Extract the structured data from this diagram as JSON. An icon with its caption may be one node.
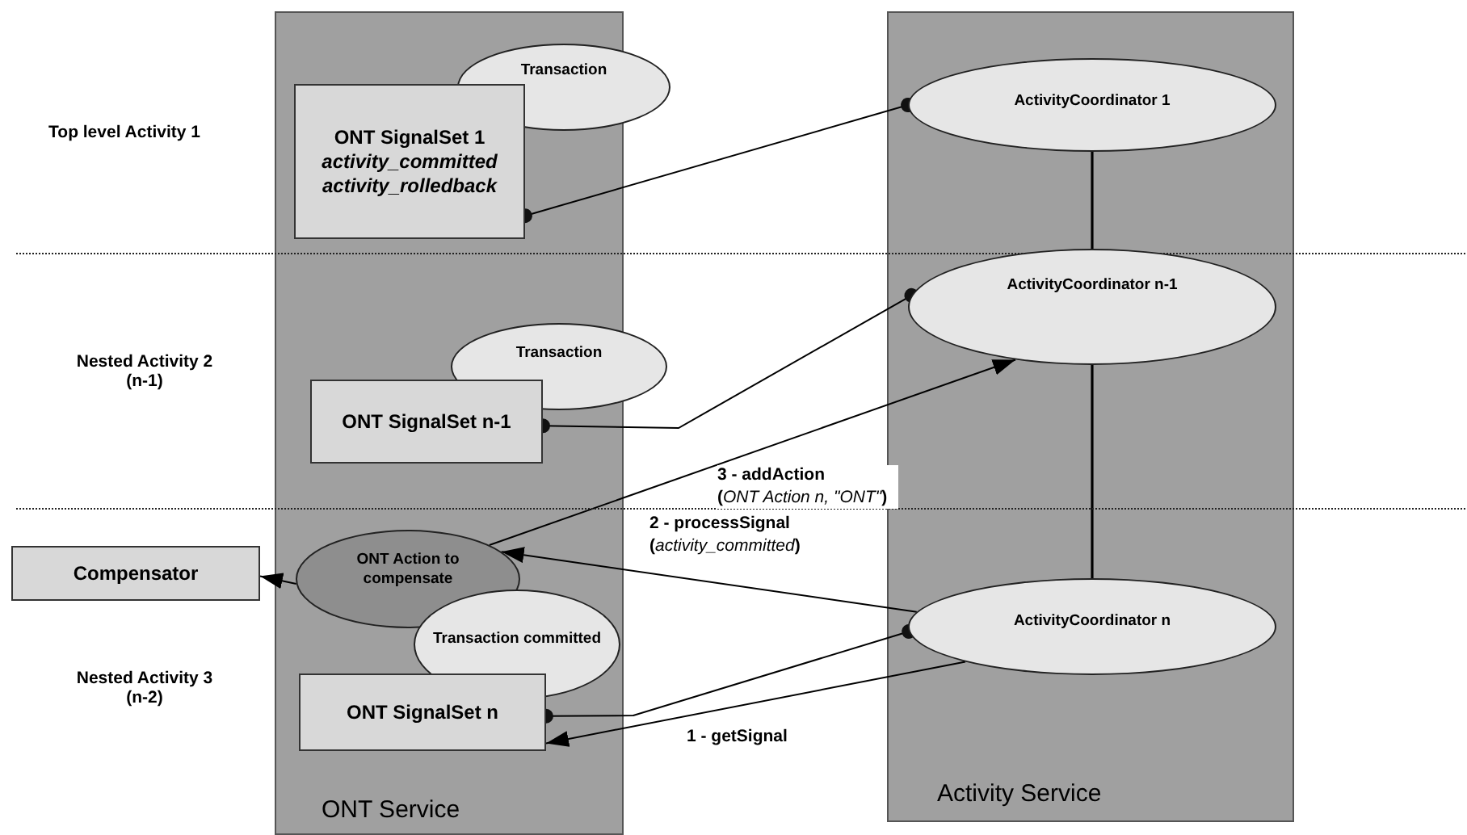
{
  "diagram": {
    "nodes": [
      {
        "text": [
          "ONT Service"
        ]
      },
      {
        "text": [
          "Activity Service"
        ]
      },
      {
        "text": [
          "Transaction"
        ]
      },
      {
        "text": [
          "ONT SignalSet 1",
          "activity_committed activity_rolledback"
        ],
        "in": 0
      },
      {
        "text": [
          "ActivityCoordinator 1"
        ],
        "in": 1
      },
      {
        "text": [
          "Transaction"
        ]
      },
      {
        "text": [
          "ONT SignalSet n-1"
        ],
        "in": 0
      },
      {
        "text": [
          "ActivityCoordinator n-1"
        ],
        "in": 1
      },
      {
        "text": [
          "Compensator"
        ]
      },
      {
        "text": [
          "ONT Action to compensate"
        ],
        "in": 0
      },
      {
        "text": [
          "Transaction committed"
        ],
        "in": 0
      },
      {
        "text": [
          "ONT SignalSet n"
        ],
        "in": 0
      },
      {
        "text": [
          "ActivityCoordinator n"
        ],
        "in": 1
      }
    ],
    "edges": [
      {
        "from": 3,
        "to": 4,
        "arrow": "other"
      },
      {
        "from": 6,
        "to": 7,
        "arrow": "other"
      },
      {
        "from": 11,
        "to": 12,
        "arrow": "other"
      },
      {
        "from": 4,
        "to": 7,
        "arrow": "none"
      },
      {
        "from": 7,
        "to": 12,
        "arrow": "none"
      },
      {
        "from": 12,
        "to": 11,
        "arrow": "to",
        "label": "1 - getSignal"
      },
      {
        "from": 12,
        "to": 9,
        "arrow": "to",
        "label": "2 - processSignal (*activity_committed*)"
      },
      {
        "from": 9,
        "to": 7,
        "arrow": "to",
        "label": "3 - addAction (*ONT Action n, \"ONT\"*)"
      },
      {
        "from": 9,
        "to": 8,
        "arrow": "to"
      }
    ],
    "labels": [
      "Top level Activity 1",
      "Nested Activity 2 (n-1)",
      "Nested Activity 3 (n-2)"
    ]
  }
}
